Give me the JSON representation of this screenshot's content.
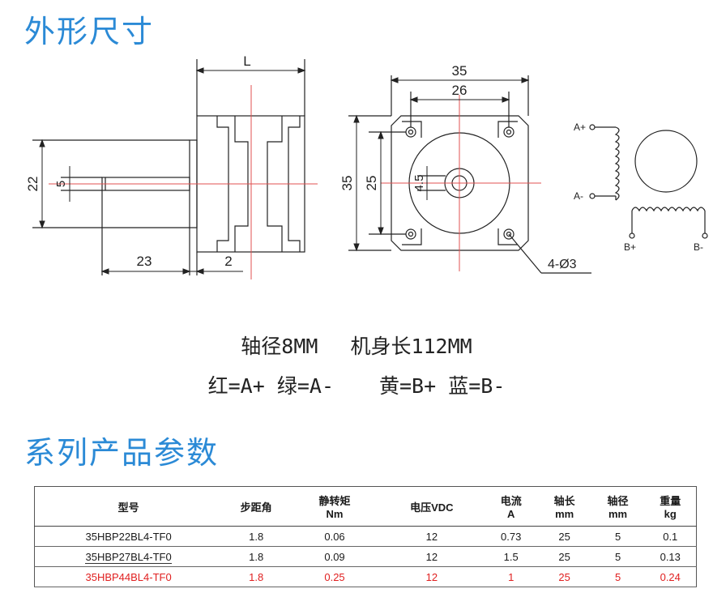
{
  "section1": {
    "title": "外形尺寸"
  },
  "drawing": {
    "side_view": {
      "dim_L": "L",
      "dim_22": "22",
      "dim_5": "5",
      "dim_23": "23",
      "dim_2": "2"
    },
    "front_view": {
      "dim_35_top": "35",
      "dim_26": "26",
      "dim_35_left": "35",
      "dim_25": "25",
      "dim_4_5": "4.5",
      "holes": "4-Ø3"
    },
    "wiring": {
      "a_plus": "A+",
      "a_minus": "A-",
      "b_plus": "B+",
      "b_minus": "B-"
    }
  },
  "specs": {
    "line1": {
      "shaft": "轴径8MM",
      "body": "机身长112MM"
    },
    "line2": {
      "red": "红=A+",
      "green": "绿=A-",
      "yellow": "黄=B+",
      "blue": "蓝=B-"
    }
  },
  "section2": {
    "title": "系列产品参数"
  },
  "table": {
    "headers": [
      {
        "l1": "型号",
        "l2": ""
      },
      {
        "l1": "步距角",
        "l2": ""
      },
      {
        "l1": "静转矩",
        "l2": "Nm"
      },
      {
        "l1": "电压VDC",
        "l2": ""
      },
      {
        "l1": "电流",
        "l2": "A"
      },
      {
        "l1": "轴长",
        "l2": "mm"
      },
      {
        "l1": "轴径",
        "l2": "mm"
      },
      {
        "l1": "重量",
        "l2": "kg"
      }
    ],
    "rows": [
      [
        "35HBP22BL4-TF0",
        "1.8",
        "0.06",
        "12",
        "0.73",
        "25",
        "5",
        "0.1"
      ],
      [
        "35HBP27BL4-TF0",
        "1.8",
        "0.09",
        "12",
        "1.5",
        "25",
        "5",
        "0.13"
      ],
      [
        "35HBP44BL4-TF0",
        "1.8",
        "0.25",
        "12",
        "1",
        "25",
        "5",
        "0.24"
      ]
    ],
    "highlight_color": "#e02020"
  }
}
